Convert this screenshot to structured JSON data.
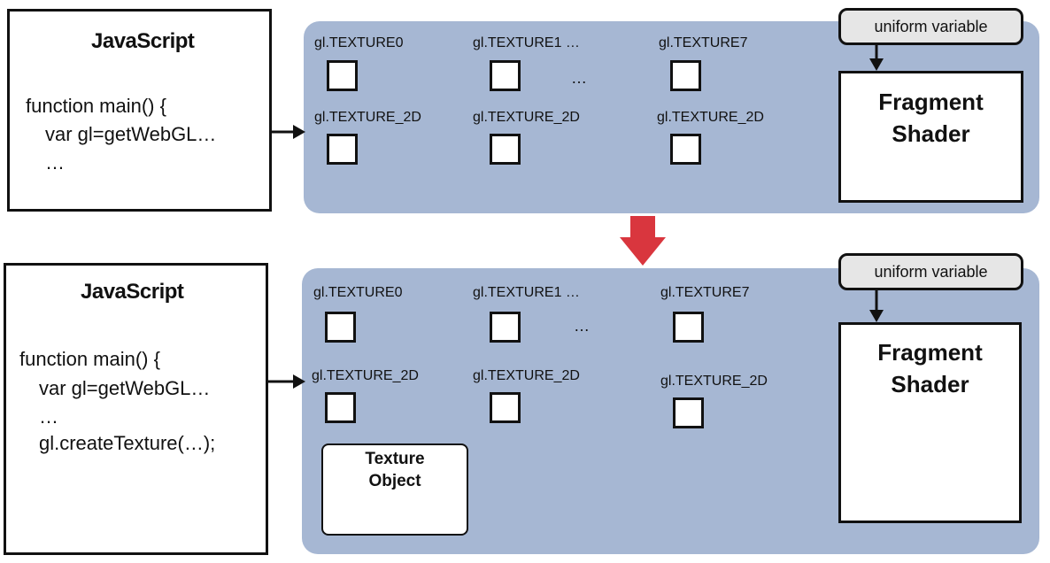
{
  "top": {
    "js": {
      "title": "JavaScript",
      "lines": [
        "function main() {",
        "var gl=getWebGL…",
        "…"
      ]
    },
    "units": {
      "col0_label": "gl.TEXTURE0",
      "col1_label": "gl.TEXTURE1 …",
      "col2_label": "gl.TEXTURE7",
      "dots": "…",
      "row2_col0_label": "gl.TEXTURE_2D",
      "row2_col1_label": "gl.TEXTURE_2D",
      "row2_col2_label": "gl.TEXTURE_2D"
    },
    "uniform_label": "uniform variable",
    "shader_lines": [
      "Fragment",
      "Shader"
    ]
  },
  "bottom": {
    "js": {
      "title": "JavaScript",
      "lines": [
        "function main() {",
        "var gl=getWebGL…",
        "…",
        "gl.createTexture(…);"
      ]
    },
    "units": {
      "col0_label": "gl.TEXTURE0",
      "col1_label": "gl.TEXTURE1 …",
      "col2_label": "gl.TEXTURE7",
      "dots": "…",
      "row2_col0_label": "gl.TEXTURE_2D",
      "row2_col1_label": "gl.TEXTURE_2D",
      "row2_col2_label": "gl.TEXTURE_2D"
    },
    "uniform_label": "uniform variable",
    "shader_lines": [
      "Fragment",
      "Shader"
    ],
    "texture_object_lines": [
      "Texture",
      "Object"
    ]
  },
  "colors": {
    "panel": "#a6b7d3",
    "transition_arrow": "#d9363e"
  }
}
